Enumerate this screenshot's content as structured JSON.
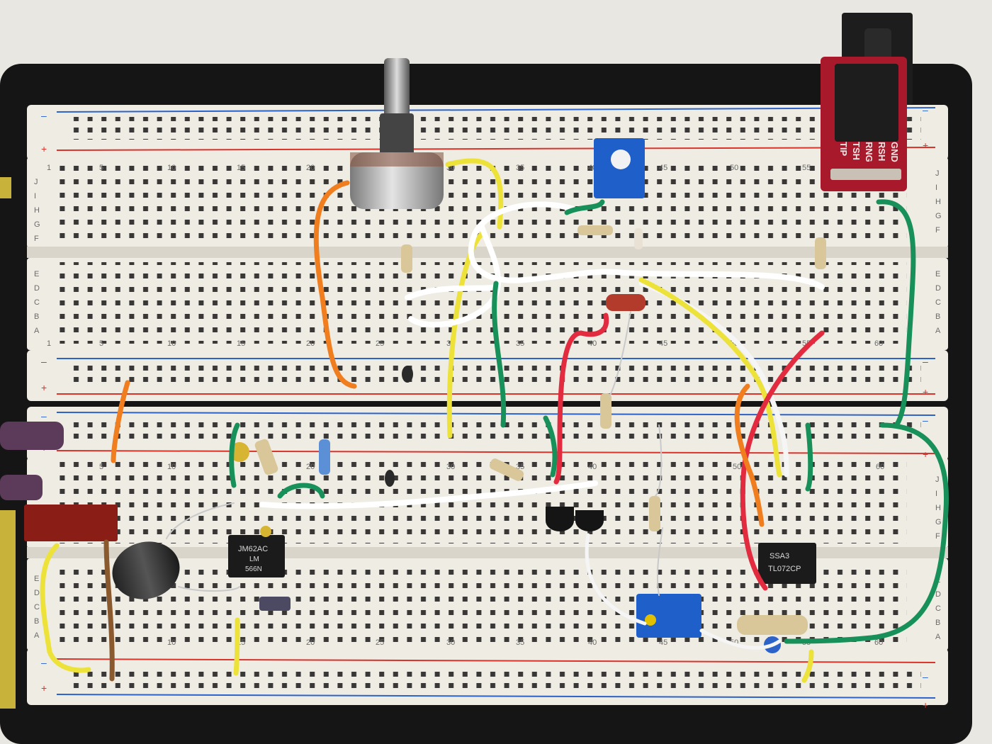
{
  "scene": {
    "description_colors": {
      "background": "#e9e7e2",
      "base_plate": "#151515",
      "breadboard": "#efece4",
      "rail_red": "#d8342c",
      "rail_blue": "#2d63c8",
      "pcb_red": "#a8192b"
    }
  },
  "breakout_board": {
    "labels": [
      "GND",
      "RSH",
      "RNG",
      "TSH",
      "TIP"
    ]
  },
  "ic_chips": {
    "left": {
      "line1": "JM62AC",
      "line2": "LM",
      "line3": "566N"
    },
    "right": {
      "line1": "SSA3",
      "line2": "TL072CP"
    }
  },
  "column_numbers": [
    "1",
    "5",
    "10",
    "15",
    "20",
    "25",
    "30",
    "35",
    "40",
    "45",
    "50",
    "55",
    "60"
  ],
  "row_letters_top": [
    "J",
    "I",
    "H",
    "G",
    "F"
  ],
  "row_letters_bottom": [
    "E",
    "D",
    "C",
    "B",
    "A"
  ]
}
